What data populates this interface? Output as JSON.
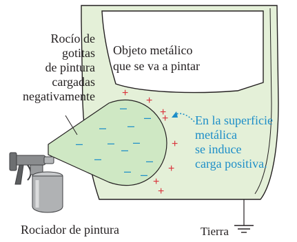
{
  "labels": {
    "spray_droplets": "Rocío de\ngotitas\nde pintura\ncargadas\nnegativamente",
    "metal_object": "Objeto metálico\nque se va a pintar",
    "induced_charge": "En la superficie\nmetálica\nse induce\ncarga positiva.",
    "sprayer": "Rociador de pintura",
    "ground": "Tierra"
  },
  "charges": {
    "positive_symbol": "+",
    "negative_symbol": "–",
    "positive_count": 8,
    "negative_count": 12
  },
  "colors": {
    "door_fill": "#e4f0d8",
    "door_stroke": "#231f20",
    "spray_fill": "#cfe8c4",
    "positive": "#d9323a",
    "negative": "#1d8ec8",
    "annotation": "#1d8ec8"
  },
  "icons": {
    "ground": "ground-symbol-icon",
    "arrow": "dotted-curved-arrow-icon",
    "sprayer": "spray-gun-icon"
  }
}
